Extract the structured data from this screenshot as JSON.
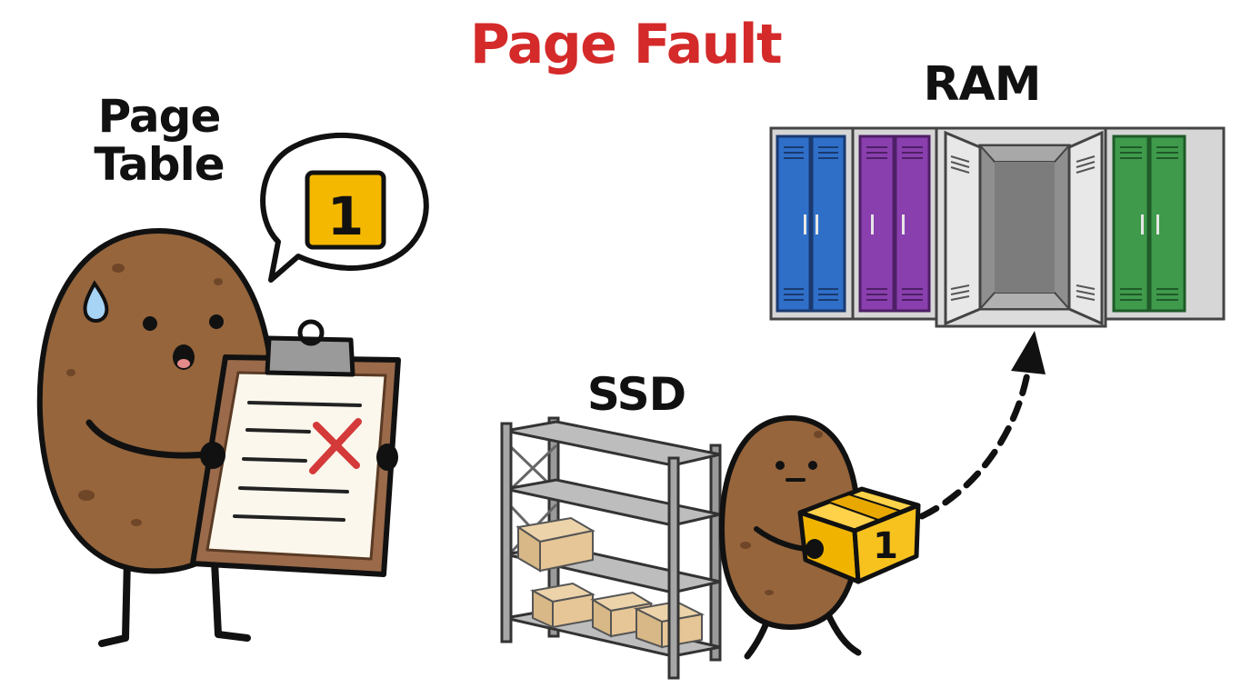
{
  "title": "Page Fault",
  "labels": {
    "page_table": "Page Table",
    "ram": "RAM",
    "ssd": "SSD"
  },
  "speech_bubble": {
    "page_number": "1"
  },
  "box": {
    "page_number": "1"
  },
  "colors": {
    "title": "#d42a2a",
    "potato": "#96653c",
    "clipboard": "#9a6a4a",
    "page_badge": "#f5b800",
    "cross": "#d43a3a",
    "locker_blue": "#2f6fc8",
    "locker_purple": "#8a3fae",
    "locker_gray": "#d5d5d5",
    "locker_green": "#3f9a4c"
  },
  "icons": [
    "speech-bubble-icon",
    "clipboard-icon",
    "red-x-icon",
    "sweat-drop-icon",
    "dashed-arrow-icon"
  ]
}
